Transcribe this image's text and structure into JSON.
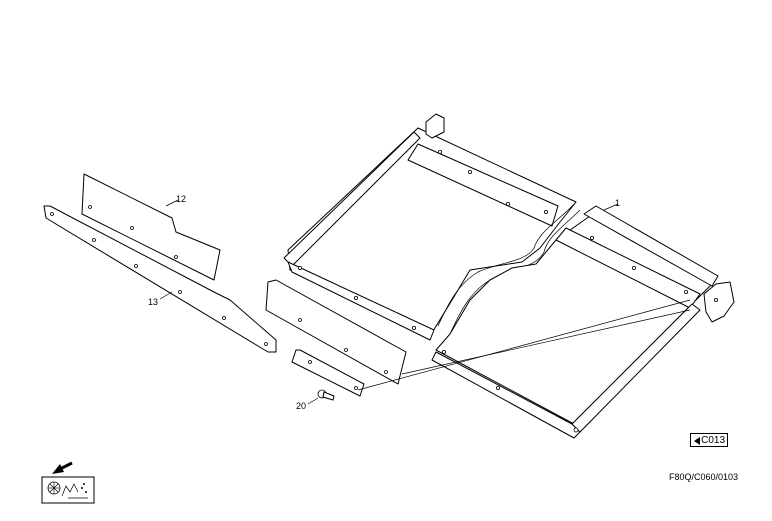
{
  "callouts": {
    "part_1": "1",
    "part_12": "12",
    "part_13": "13",
    "part_20": "20"
  },
  "footer": {
    "page_ref": "C013",
    "drawing_code": "F80Q/C060/0103"
  },
  "icons": {
    "direction": "arrow-down-left-icon",
    "machine": "machine-section-icon"
  },
  "colors": {
    "line": "#000000",
    "background": "#ffffff"
  }
}
